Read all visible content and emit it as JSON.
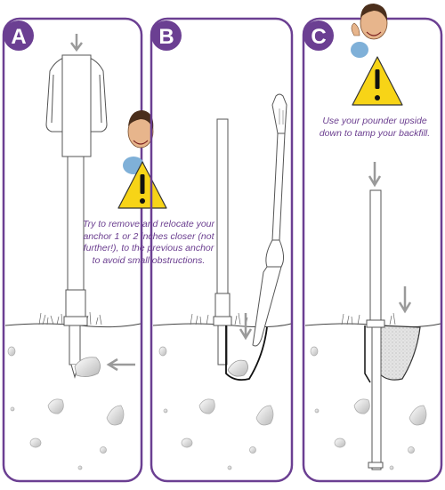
{
  "panels": [
    {
      "letter": "A",
      "caption": "Try to remove and relocate your anchor 1 or 2 inches closer (not further!), to the previous anchor to avoid small obstructions."
    },
    {
      "letter": "B",
      "caption": ""
    },
    {
      "letter": "C",
      "caption": "Use your pounder upside down to tamp your backfill."
    }
  ],
  "colors": {
    "accent": "#6b3f92",
    "caption": "#6a3d8f",
    "warning_fill": "#f7d417",
    "warning_mark": "#111111",
    "arrow": "#9a9a9a"
  },
  "icons": [
    "warning-triangle-icon",
    "down-arrow-icon",
    "left-arrow-icon",
    "caricature-avatar"
  ]
}
